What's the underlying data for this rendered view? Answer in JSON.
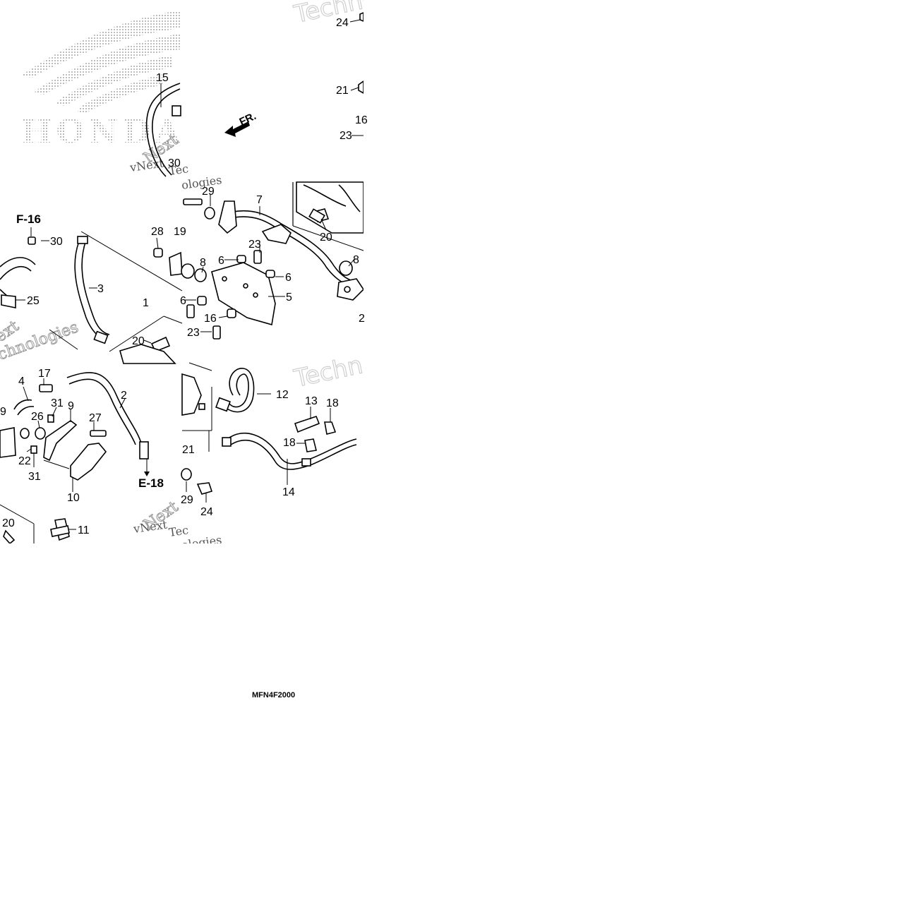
{
  "brand": {
    "logo_text": "HONDA"
  },
  "watermarks": {
    "company_word": "Technologies",
    "company_prefix": "vNext",
    "short_tech": "Techn",
    "tech_small": "Tec",
    "vnext_partial": "Next",
    "ext_partial": "ext",
    "chnologies": "chnologies",
    "ologies": "ologies",
    "xt": "xt"
  },
  "direction": {
    "label": "FR."
  },
  "references": {
    "f16": "F-16",
    "e18": "E-18"
  },
  "drawing_code": "MFN4F2000",
  "callouts": {
    "c15": "15",
    "c30a": "30",
    "c24_top": "24",
    "c21_top": "21",
    "c16_top": "16",
    "c23_top": "23",
    "c29a": "29",
    "c7": "7",
    "c30b": "30",
    "c28": "28",
    "c19": "19",
    "c23a": "23",
    "c20a": "20",
    "c8a": "8",
    "c6a": "6",
    "c8b": "8",
    "c3": "3",
    "c6b": "6",
    "c5": "5",
    "c25": "25",
    "c1": "1",
    "c6c": "6",
    "c16b": "16",
    "c2_edge": "2",
    "c20b": "20",
    "c23b": "23",
    "c4": "4",
    "c17": "17",
    "c12": "12",
    "c2": "2",
    "c31a": "31",
    "c9a": "9",
    "c26": "26",
    "c9b": "9",
    "c27": "27",
    "c13": "13",
    "c18a": "18",
    "c18b": "18",
    "c21b": "21",
    "c22": "22",
    "c31b": "31",
    "c14": "14",
    "c10": "10",
    "c29b": "29",
    "c24b": "24",
    "c20c": "20",
    "c11": "11"
  }
}
